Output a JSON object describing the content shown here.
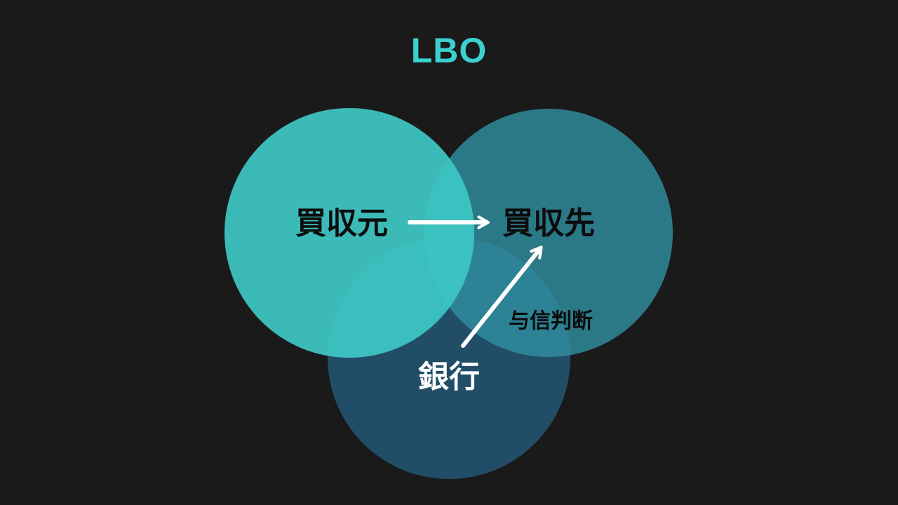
{
  "title": "LBO",
  "colors": {
    "background": "#1a1a1a",
    "title": "#3ad1cf",
    "acquirer_circle": "#3ec8c6",
    "target_circle": "#2f8fa0",
    "bank_circle": "#23506b",
    "arrow": "#ffffff",
    "dark_text": "#0c0c0c",
    "light_text": "#ffffff"
  },
  "nodes": {
    "acquirer": {
      "label": "買収元"
    },
    "target": {
      "label": "買収先"
    },
    "bank": {
      "label": "銀行"
    }
  },
  "edges": {
    "acquisition": {
      "from": "acquirer",
      "to": "target",
      "label": ""
    },
    "credit": {
      "from": "bank",
      "to": "target",
      "label": "与信判断"
    }
  }
}
